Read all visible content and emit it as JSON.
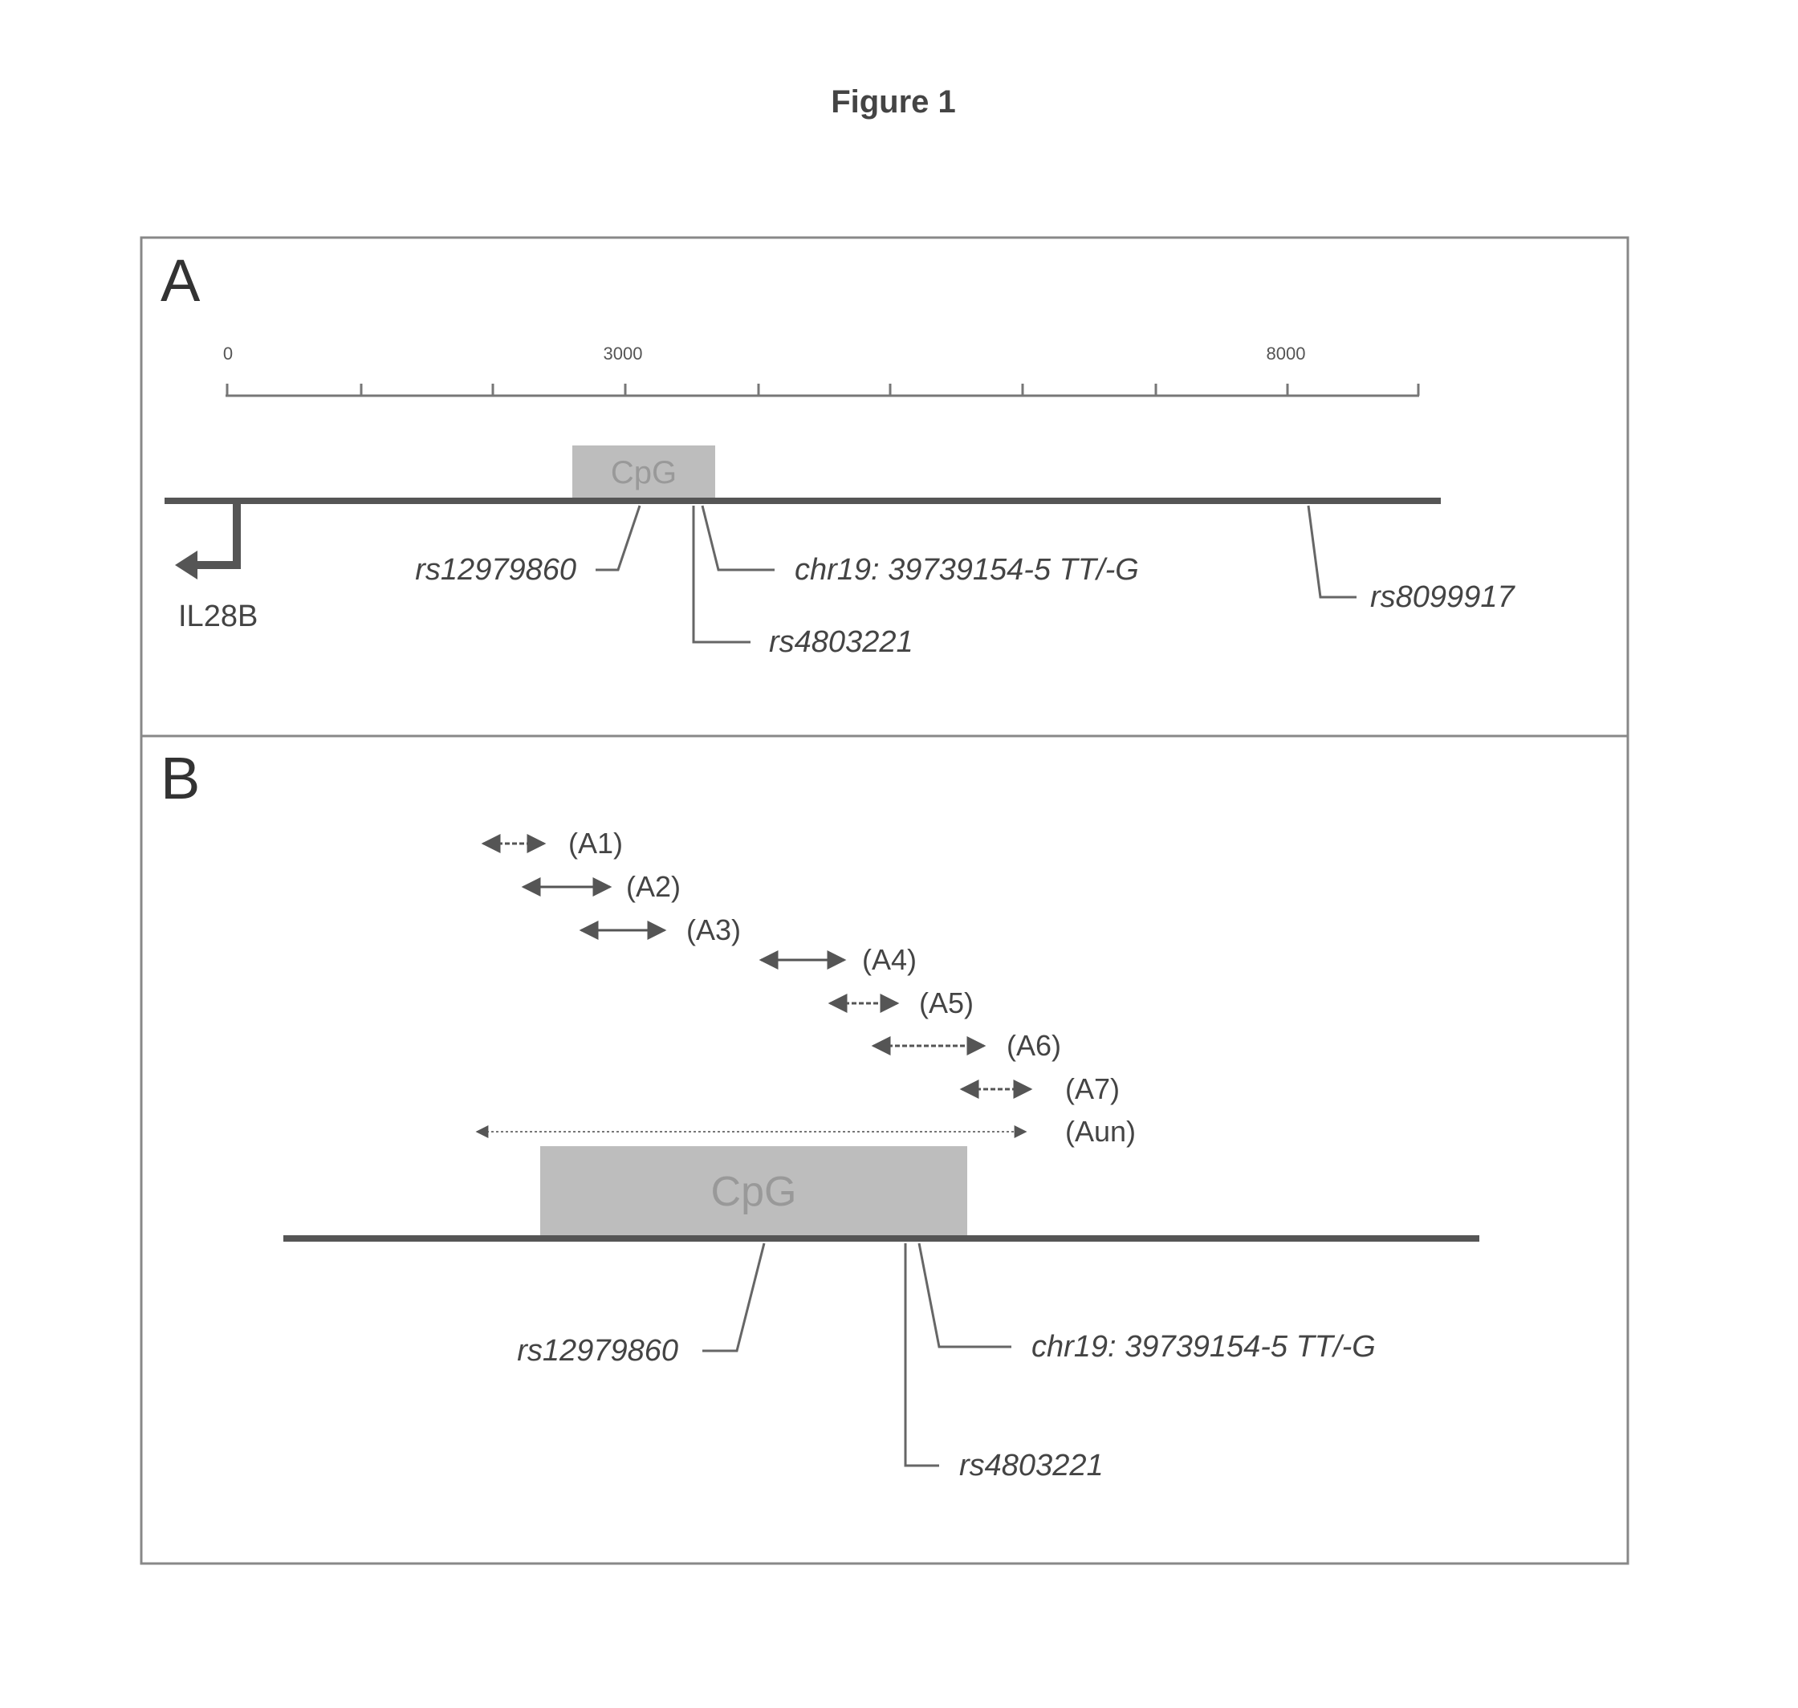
{
  "figure_title": "Figure 1",
  "panel_a": {
    "letter": "A",
    "scale": {
      "start_label": "0",
      "mid_label": "3000",
      "end_label": "8000"
    },
    "cpg_label": "CpG",
    "gene_label": "IL28B",
    "snps": {
      "rs12979860": "rs12979860",
      "chr19": "chr19: 39739154-5 TT/-G",
      "rs4803221": "rs4803221",
      "rs8099917": "rs8099917"
    }
  },
  "panel_b": {
    "letter": "B",
    "amplicons": [
      "(A1)",
      "(A2)",
      "(A3)",
      "(A4)",
      "(A5)",
      "(A6)",
      "(A7)",
      "(Aun)"
    ],
    "cpg_label": "CpG",
    "snps": {
      "rs12979860": "rs12979860",
      "chr19": "chr19: 39739154-5 TT/-G",
      "rs4803221": "rs4803221"
    }
  },
  "colors": {
    "line": "#555555",
    "cpg_box": "#bdbdbd",
    "border": "#888888"
  }
}
